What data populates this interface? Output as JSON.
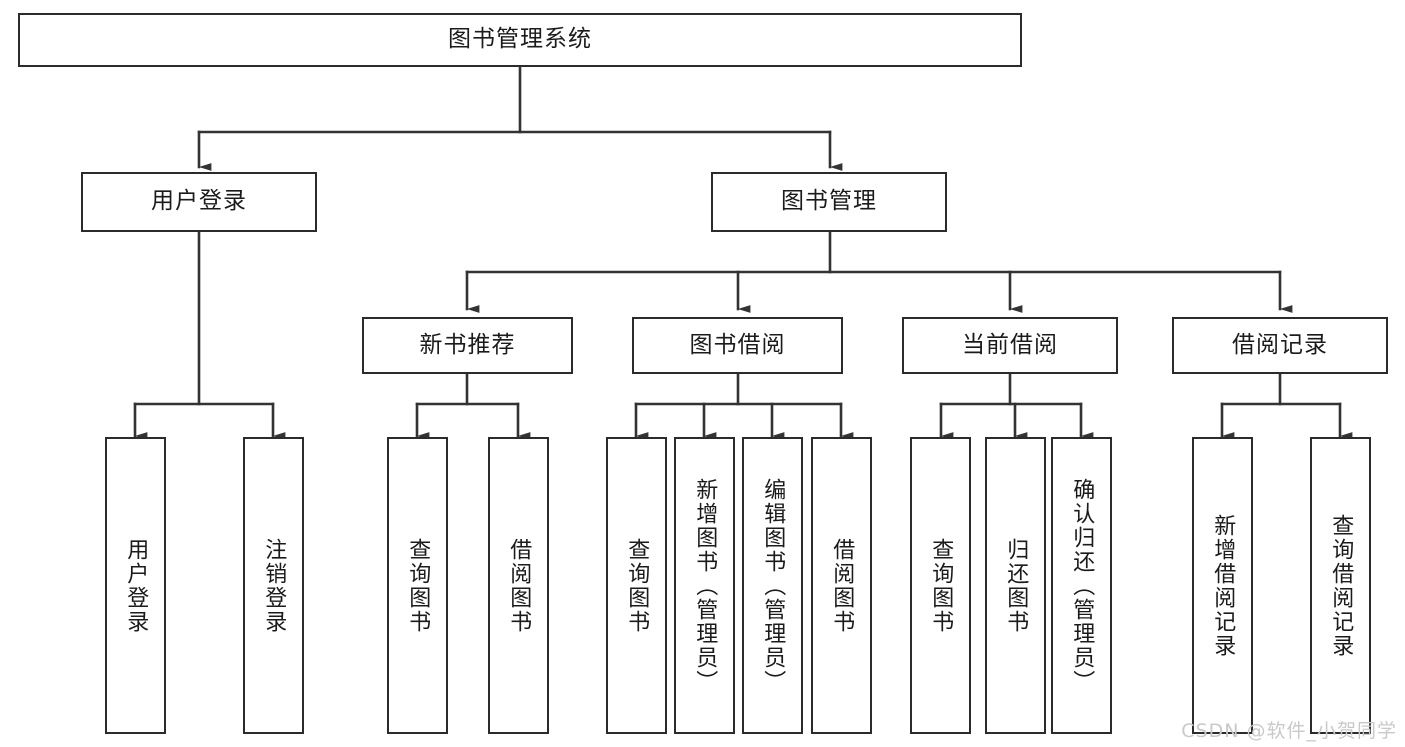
{
  "diagram": {
    "title": "图书管理系统",
    "type": "tree",
    "watermark": "CSDN @软件_小贺同学",
    "colors": {
      "box_border": "#2b2b2b",
      "box_fill": "#ffffff",
      "connector": "#333333",
      "text": "#1b1b1b",
      "watermark": "#c9c9c9"
    },
    "levels": {
      "root": {
        "label": "图书管理系统"
      },
      "level2": [
        {
          "label": "用户登录"
        },
        {
          "label": "图书管理"
        }
      ],
      "level3": [
        {
          "label": "新书推荐"
        },
        {
          "label": "图书借阅"
        },
        {
          "label": "当前借阅"
        },
        {
          "label": "借阅记录"
        }
      ],
      "leaves": {
        "user_login": [
          {
            "label": "用户登录"
          },
          {
            "label": "注销登录"
          }
        ],
        "new_book_recommend": [
          {
            "label": "查询图书"
          },
          {
            "label": "借阅图书"
          }
        ],
        "book_borrow": [
          {
            "label": "查询图书"
          },
          {
            "label": "新增图书（管理员）"
          },
          {
            "label": "编辑图书（管理员）"
          },
          {
            "label": "借阅图书"
          }
        ],
        "current_borrow": [
          {
            "label": "查询图书"
          },
          {
            "label": "归还图书"
          },
          {
            "label": "确认归还（管理员）"
          }
        ],
        "borrow_record": [
          {
            "label": "新增借阅记录"
          },
          {
            "label": "查询借阅记录"
          }
        ]
      }
    }
  }
}
